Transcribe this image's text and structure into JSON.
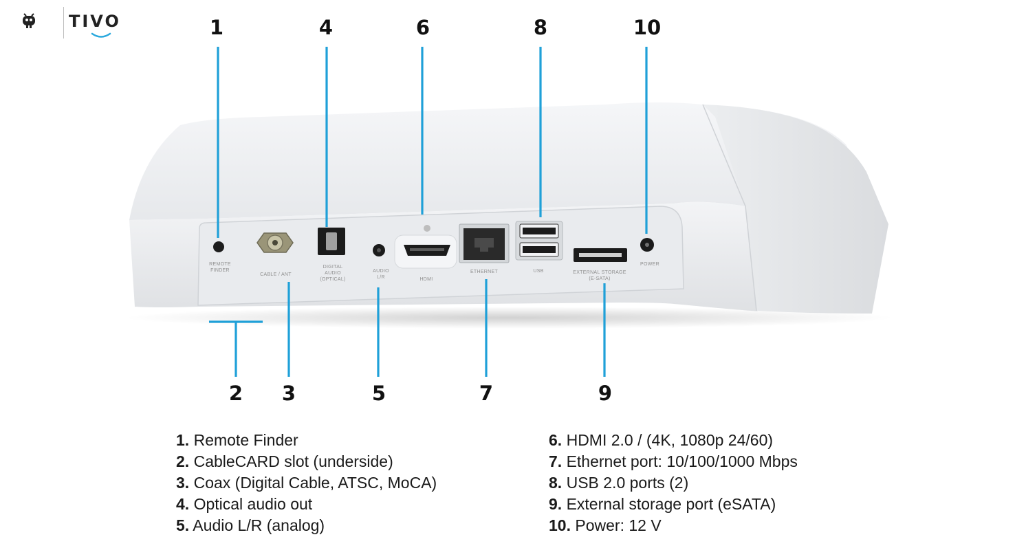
{
  "brand": {
    "logo_text": "TIVO",
    "logo_icon": "tivo-mascot-icon",
    "accent_color": "#29a8dd"
  },
  "diagram": {
    "callout_color": "#1fa0d8",
    "device_color": "#eeeff1",
    "callouts_top": [
      "1",
      "4",
      "6",
      "8",
      "10"
    ],
    "callouts_bottom": [
      "2",
      "3",
      "5",
      "7",
      "9"
    ],
    "port_labels": {
      "remote_finder": "REMOTE\nFINDER",
      "cable_ant": "CABLE / ANT",
      "digital_audio": "DIGITAL\nAUDIO\n(OPTICAL)",
      "audio_lr": "AUDIO\nL/R",
      "hdmi": "HDMI",
      "ethernet": "ETHERNET",
      "usb": "USB",
      "esata": "EXTERNAL STORAGE\n(E-SATA)",
      "power": "POWER"
    }
  },
  "legend": {
    "left": [
      {
        "num": "1.",
        "text": " Remote Finder"
      },
      {
        "num": "2.",
        "text": " CableCARD slot (underside)"
      },
      {
        "num": "3.",
        "text": " Coax (Digital Cable, ATSC, MoCA)"
      },
      {
        "num": "4.",
        "text": " Optical audio out"
      },
      {
        "num": "5.",
        "text": " Audio L/R (analog)"
      }
    ],
    "right": [
      {
        "num": "6.",
        "text": " HDMI 2.0 / (4K, 1080p 24/60)"
      },
      {
        "num": "7.",
        "text": " Ethernet port: 10/100/1000 Mbps"
      },
      {
        "num": "8.",
        "text": " USB 2.0 ports (2)"
      },
      {
        "num": "9.",
        "text": " External storage port (eSATA)"
      },
      {
        "num": "10.",
        "text": " Power: 12 V"
      }
    ]
  }
}
